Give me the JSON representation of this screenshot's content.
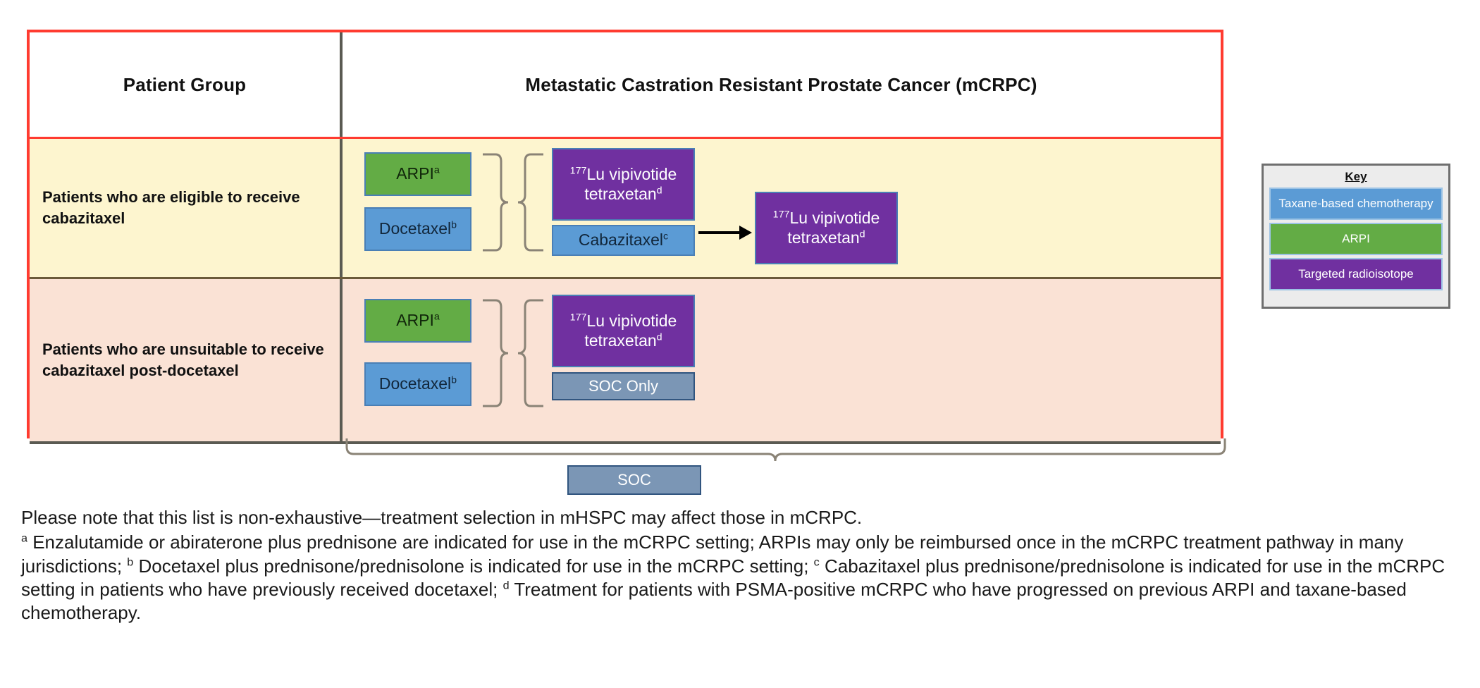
{
  "header": {
    "col_patient_group": "Patient Group",
    "col_disease": "Metastatic Castration Resistant Prostate Cancer (mCRPC)"
  },
  "rows": [
    {
      "label": "Patients who are eligible to receive cabazitaxel",
      "boxes": {
        "arpi": "ARPI",
        "arpi_sup": "a",
        "docetaxel": "Docetaxel",
        "docetaxel_sup": "b",
        "lu_pre": "177",
        "lu_main": "Lu vipivotide tetraxetan",
        "lu_sup": "d",
        "cabazitaxel": "Cabazitaxel",
        "cabazitaxel_sup": "c",
        "lu2_pre": "177",
        "lu2_main": "Lu vipivotide tetraxetan",
        "lu2_sup": "d"
      }
    },
    {
      "label": "Patients who are unsuitable to receive cabazitaxel post-docetaxel",
      "boxes": {
        "arpi": "ARPI",
        "arpi_sup": "a",
        "docetaxel": "Docetaxel",
        "docetaxel_sup": "b",
        "lu_pre": "177",
        "lu_main": "Lu vipivotide tetraxetan",
        "lu_sup": "d",
        "soc_only": "SOC Only"
      }
    }
  ],
  "soc_bracket_label": "SOC",
  "key": {
    "title": "Key",
    "items": [
      {
        "label": "Taxane-based chemotherapy",
        "color": "#5b9bd5"
      },
      {
        "label": "ARPI",
        "color": "#63ac45"
      },
      {
        "label": "Targeted radioisotope",
        "color": "#7030a0"
      }
    ]
  },
  "footnotes": {
    "line1": "Please note that this list is non-exhaustive—treatment selection in mHSPC may affect those in mCRPC.",
    "body_a_sup": "a",
    "body": " Enzalutamide or abiraterone plus prednisone are indicated for use in the mCRPC setting; ARPIs may only be reimbursed once in the mCRPC treatment pathway in many jurisdictions; ",
    "body_b_sup": "b",
    "body_b": " Docetaxel plus prednisone/prednisolone is indicated for use in the mCRPC setting; ",
    "body_c_sup": "c",
    "body_c": " Cabazitaxel plus prednisone/prednisolone is indicated for use in the mCRPC setting in patients who have previously received docetaxel; ",
    "body_d_sup": "d",
    "body_d": " Treatment for patients with PSMA-positive mCRPC who have progressed on previous ARPI and taxane-based chemotherapy."
  },
  "colors": {
    "accent_red": "#ff3b30",
    "row1_bg": "#fdf5cf",
    "row2_bg": "#fae2d5",
    "green": "#63ac45",
    "blue": "#5b9bd5",
    "purple": "#7030a0",
    "slate": "#7b96b5"
  }
}
